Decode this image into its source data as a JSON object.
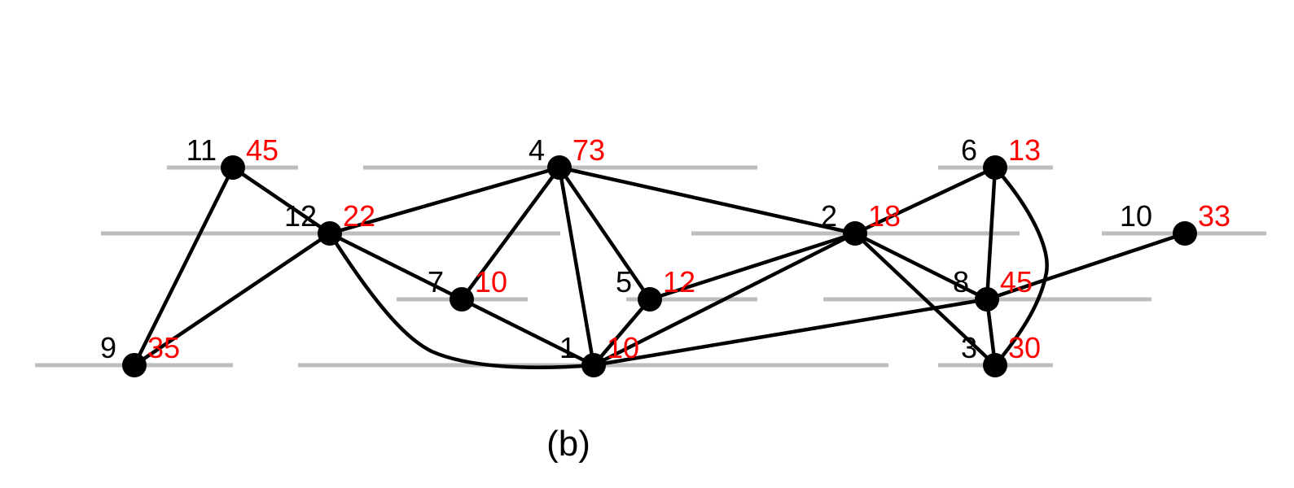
{
  "caption": "(b)",
  "colors": {
    "value_label": "#ff0000",
    "node": "#000000",
    "level_line": "#bdbdbd",
    "edge": "#000000"
  },
  "nodes": [
    {
      "id": "1",
      "value": "10"
    },
    {
      "id": "2",
      "value": "18"
    },
    {
      "id": "3",
      "value": "30"
    },
    {
      "id": "4",
      "value": "73"
    },
    {
      "id": "5",
      "value": "12"
    },
    {
      "id": "6",
      "value": "13"
    },
    {
      "id": "7",
      "value": "10"
    },
    {
      "id": "8",
      "value": "45"
    },
    {
      "id": "9",
      "value": "35"
    },
    {
      "id": "10",
      "value": "33"
    },
    {
      "id": "11",
      "value": "45"
    },
    {
      "id": "12",
      "value": "22"
    }
  ],
  "edges": [
    [
      "11",
      "12"
    ],
    [
      "11",
      "9"
    ],
    [
      "12",
      "9"
    ],
    [
      "12",
      "4"
    ],
    [
      "12",
      "7"
    ],
    [
      "12",
      "1"
    ],
    [
      "4",
      "7"
    ],
    [
      "4",
      "1"
    ],
    [
      "4",
      "5"
    ],
    [
      "4",
      "2"
    ],
    [
      "7",
      "1"
    ],
    [
      "5",
      "1"
    ],
    [
      "5",
      "2"
    ],
    [
      "2",
      "1"
    ],
    [
      "2",
      "6"
    ],
    [
      "2",
      "8"
    ],
    [
      "2",
      "3"
    ],
    [
      "6",
      "8"
    ],
    [
      "6",
      "3"
    ],
    [
      "8",
      "3"
    ],
    [
      "8",
      "10"
    ],
    [
      "1",
      "8"
    ]
  ]
}
